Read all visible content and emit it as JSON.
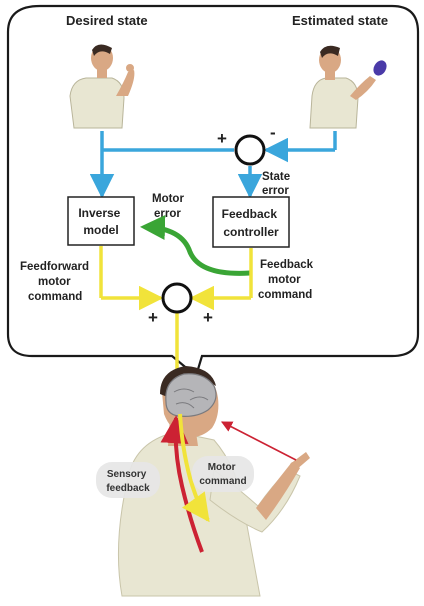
{
  "titles": {
    "desired_state": "Desired state",
    "estimated_state": "Estimated state"
  },
  "blocks": {
    "inverse_model": [
      "Inverse",
      "model"
    ],
    "feedback_controller": [
      "Feedback",
      "controller"
    ]
  },
  "labels": {
    "motor_error": [
      "Motor",
      "error"
    ],
    "state_error": [
      "State",
      "error"
    ],
    "feedforward_motor_command": [
      "Feedforward",
      "motor",
      "command"
    ],
    "feedback_motor_command": [
      "Feedback",
      "motor",
      "command"
    ],
    "sensory_feedback": [
      "Sensory",
      "feedback"
    ],
    "motor_command": [
      "Motor",
      "command"
    ]
  },
  "signs": {
    "top_plus": "+",
    "top_minus": "-",
    "bottom_left_plus": "+",
    "bottom_right_plus": "+"
  },
  "colors": {
    "estimated_signal": "#3aa6dc",
    "motor_signal": "#f1e33a",
    "error_signal": "#3aa535",
    "efferent_path": "#cc2233",
    "skin": "#d9a884",
    "shirt": "#e8e6d2"
  }
}
